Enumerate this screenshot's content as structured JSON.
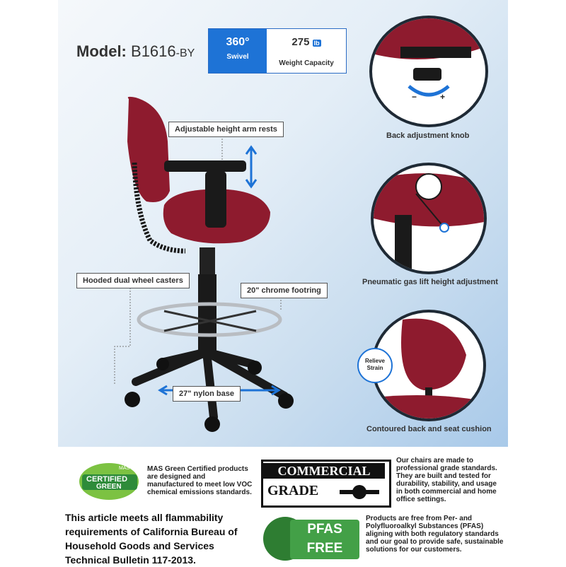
{
  "header": {
    "model_label": "Model:",
    "model_number": "B1616",
    "model_suffix": "-BY"
  },
  "specs": {
    "swivel_value": "360°",
    "swivel_label": "Swivel",
    "weight_value": "275",
    "weight_unit": "lb",
    "weight_label": "Weight Capacity"
  },
  "callouts": {
    "armrests": "Adjustable height arm rests",
    "casters": "Hooded dual wheel casters",
    "footring": "20\" chrome footring",
    "base": "27\" nylon base"
  },
  "details": {
    "back_knob": "Back adjustment knob",
    "gas_lift": "Pneumatic gas lift height adjustment",
    "cushion": "Contoured back and seat cushion",
    "relieve_strain": "Relieve Strain",
    "minus": "−",
    "plus": "+"
  },
  "badges": {
    "mas_line1": "MAS",
    "mas_line2": "CERTIFIED",
    "mas_line3": "GREEN",
    "mas_text": "MAS Green Certified products are designed and manufactured to meet low VOC chemical emissions standards.",
    "commercial_line1": "COMMERCIAL",
    "commercial_line2": "GRADE",
    "commercial_text": "Our chairs are made to professional grade standards. They are built and tested for durability, stability, and usage in both commercial and home office settings.",
    "pfas_line1": "PFAS",
    "pfas_line2": "FREE",
    "pfas_text": "Products are free from Per- and Polyfluoroalkyl Substances (PFAS) aligning with both regulatory standards and our goal to provide safe, sustainable solutions for our customers.",
    "flammability_text": "This article meets all flammability requirements of California Bureau of Household Goods and Services Technical Bulletin 117-2013."
  },
  "colors": {
    "fabric": "#8e1b2e",
    "accent_blue": "#1e73d6",
    "green": "#43a047"
  }
}
